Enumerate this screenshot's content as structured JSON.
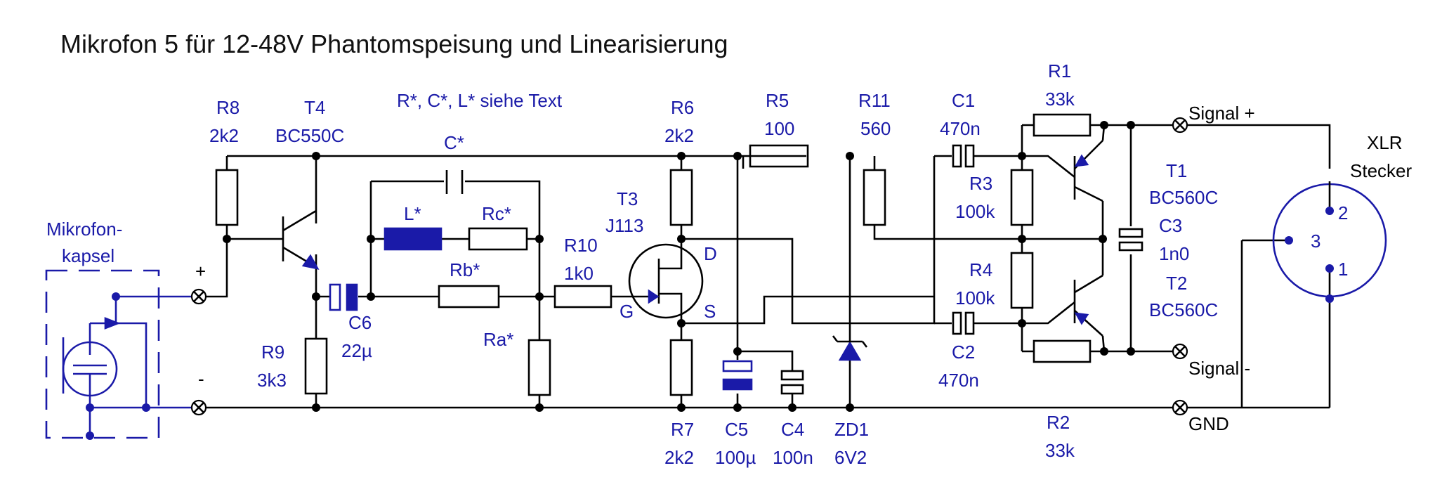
{
  "title": "Mikrofon 5 für 12-48V Phantomspeisung und Linearisierung",
  "note": "R*, C*, L* siehe Text",
  "components": {
    "R8": {
      "ref": "R8",
      "value": "2k2"
    },
    "T4": {
      "ref": "T4",
      "value": "BC550C"
    },
    "C_star": {
      "ref": "C*"
    },
    "L_star": {
      "ref": "L*"
    },
    "Rc_star": {
      "ref": "Rc*"
    },
    "Rb_star": {
      "ref": "Rb*"
    },
    "Ra_star": {
      "ref": "Ra*"
    },
    "C6": {
      "ref": "C6",
      "value": "22µ"
    },
    "R9": {
      "ref": "R9",
      "value": "3k3"
    },
    "R10": {
      "ref": "R10",
      "value": "1k0"
    },
    "T3": {
      "ref": "T3",
      "value": "J113",
      "pin_d": "D",
      "pin_s": "S",
      "pin_g": "G"
    },
    "R6": {
      "ref": "R6",
      "value": "2k2"
    },
    "R7": {
      "ref": "R7",
      "value": "2k2"
    },
    "R5": {
      "ref": "R5",
      "value": "100"
    },
    "C5": {
      "ref": "C5",
      "value": "100µ"
    },
    "C4": {
      "ref": "C4",
      "value": "100n"
    },
    "R11": {
      "ref": "R11",
      "value": "560"
    },
    "ZD1": {
      "ref": "ZD1",
      "value": "6V2"
    },
    "C1": {
      "ref": "C1",
      "value": "470n"
    },
    "C2": {
      "ref": "C2",
      "value": "470n"
    },
    "R3": {
      "ref": "R3",
      "value": "100k"
    },
    "R4": {
      "ref": "R4",
      "value": "100k"
    },
    "R1": {
      "ref": "R1",
      "value": "33k"
    },
    "R2": {
      "ref": "R2",
      "value": "33k"
    },
    "T1": {
      "ref": "T1",
      "value": "BC560C"
    },
    "T2": {
      "ref": "T2",
      "value": "BC560C"
    },
    "C3": {
      "ref": "C3",
      "value": "1n0"
    }
  },
  "capsule": {
    "line1": "Mikrofon-",
    "line2": "kapsel",
    "plus": "+",
    "minus": "-"
  },
  "outputs": {
    "signal_plus": "Signal +",
    "signal_minus": "Signal -",
    "gnd": "GND"
  },
  "xlr": {
    "line1": "XLR",
    "line2": "Stecker",
    "pin1": "1",
    "pin2": "2",
    "pin3": "3"
  }
}
